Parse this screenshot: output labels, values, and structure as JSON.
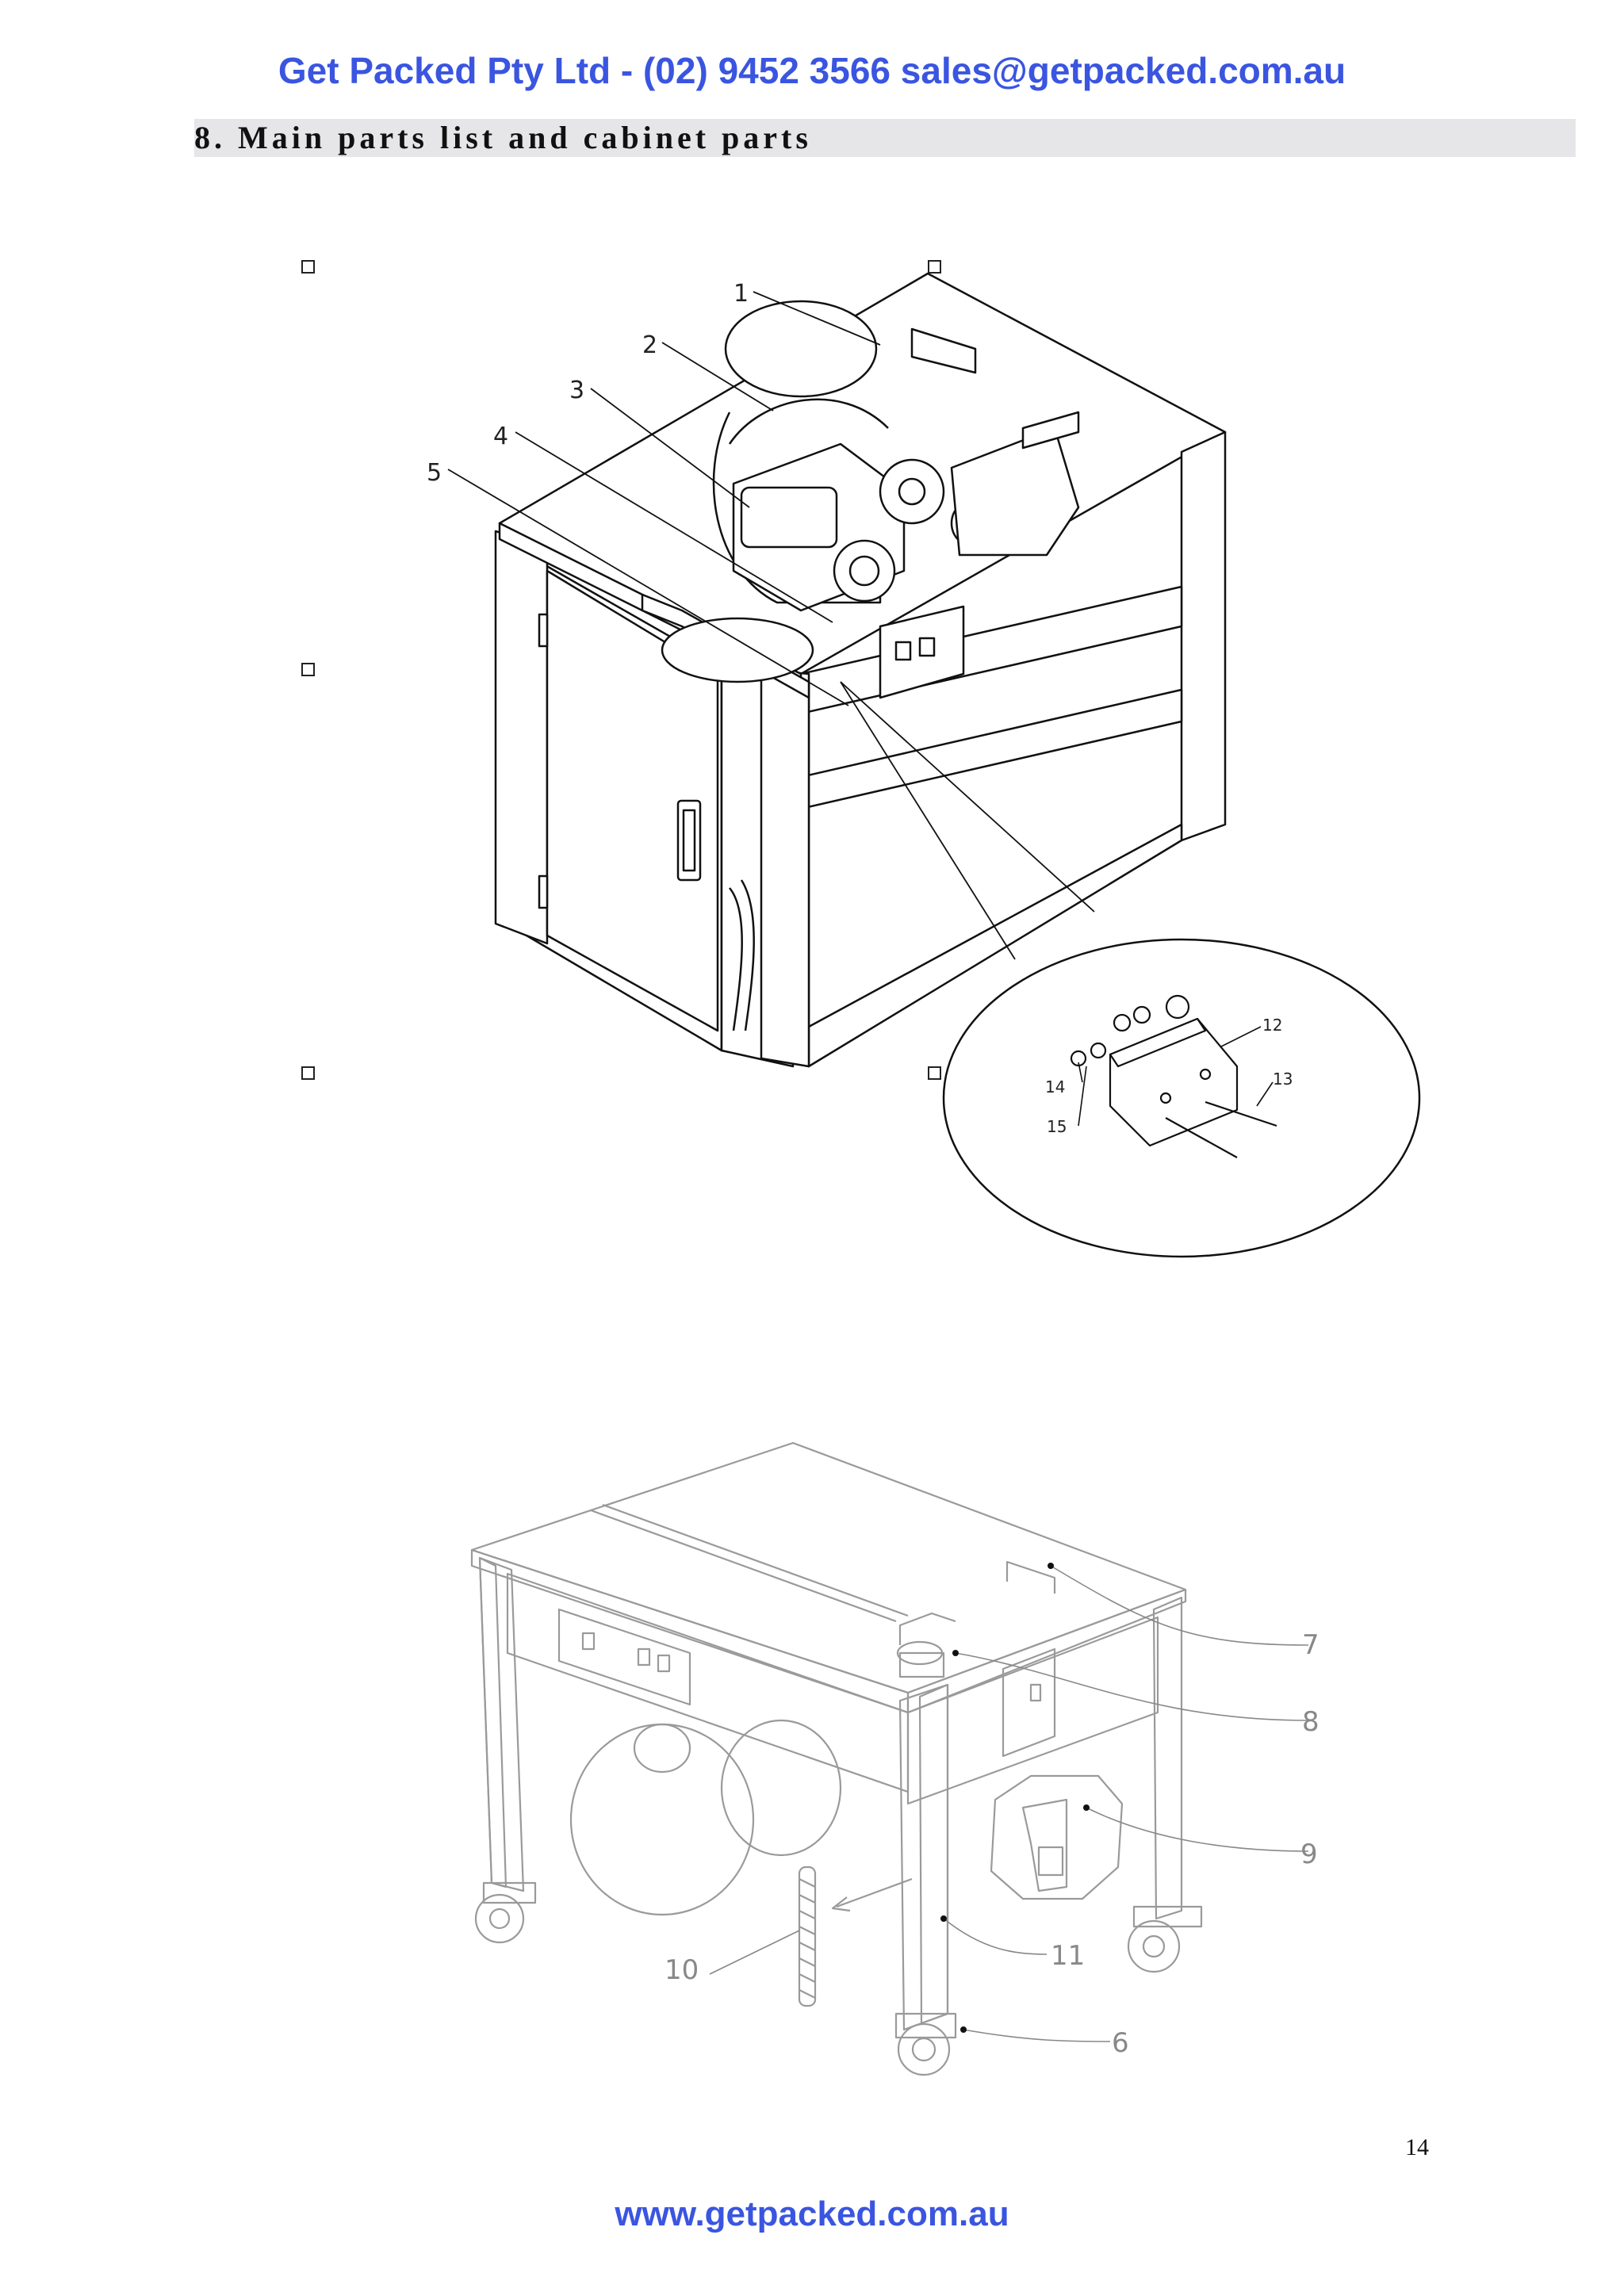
{
  "header": {
    "text": "Get  Packed Pty  Ltd - (02) 9452 3566  sales@getpacked.com.au"
  },
  "section": {
    "title": "8. Main parts list and cabinet parts"
  },
  "figure_top": {
    "callouts": [
      "1",
      "2",
      "3",
      "4",
      "5"
    ],
    "detail_callouts": [
      "12",
      "13",
      "14",
      "15"
    ]
  },
  "figure_bottom": {
    "callouts": [
      "7",
      "8",
      "9",
      "10",
      "11",
      "6"
    ]
  },
  "page": {
    "number": "14"
  },
  "footer": {
    "text": "www.getpacked.com.au"
  }
}
